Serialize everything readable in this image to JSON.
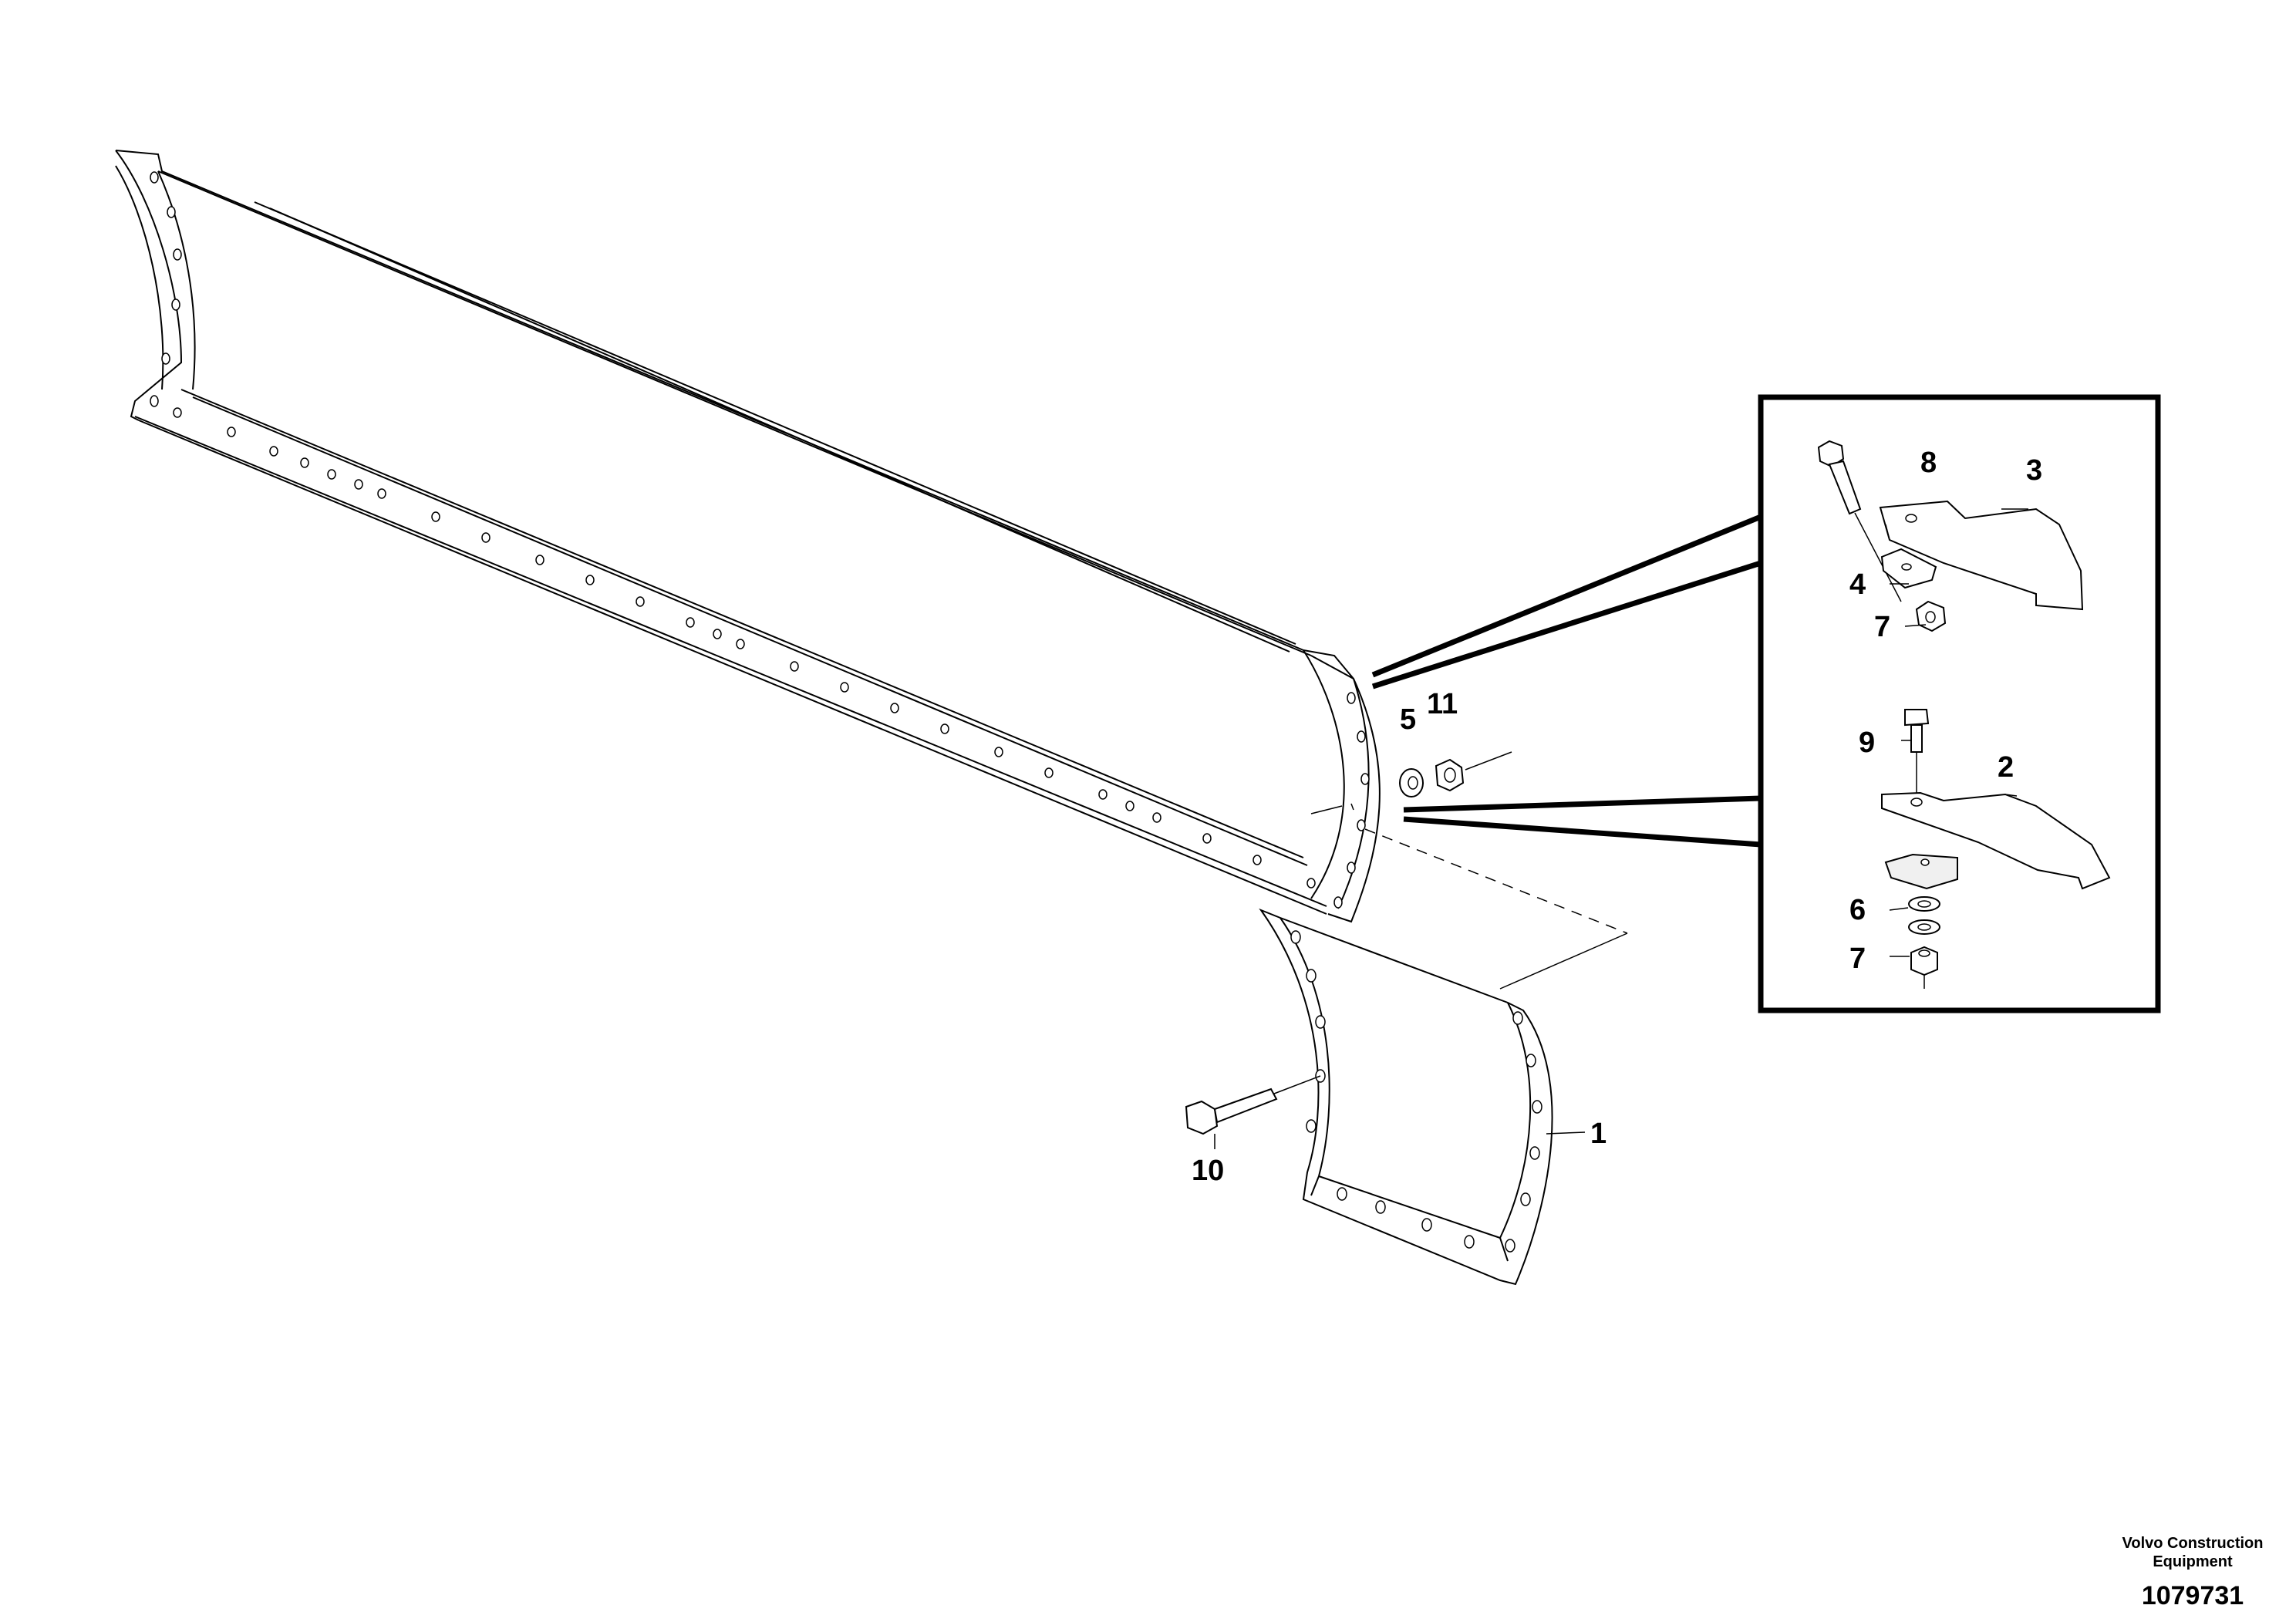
{
  "callouts": {
    "c1": "1",
    "c2": "2",
    "c3": "3",
    "c4": "4",
    "c5": "5",
    "c6": "6",
    "c7a": "7",
    "c7b": "7",
    "c8": "8",
    "c9": "9",
    "c10": "10",
    "c11": "11"
  },
  "footer": {
    "company_line1": "Volvo Construction",
    "company_line2": "Equipment",
    "doc_number": "1079731"
  }
}
